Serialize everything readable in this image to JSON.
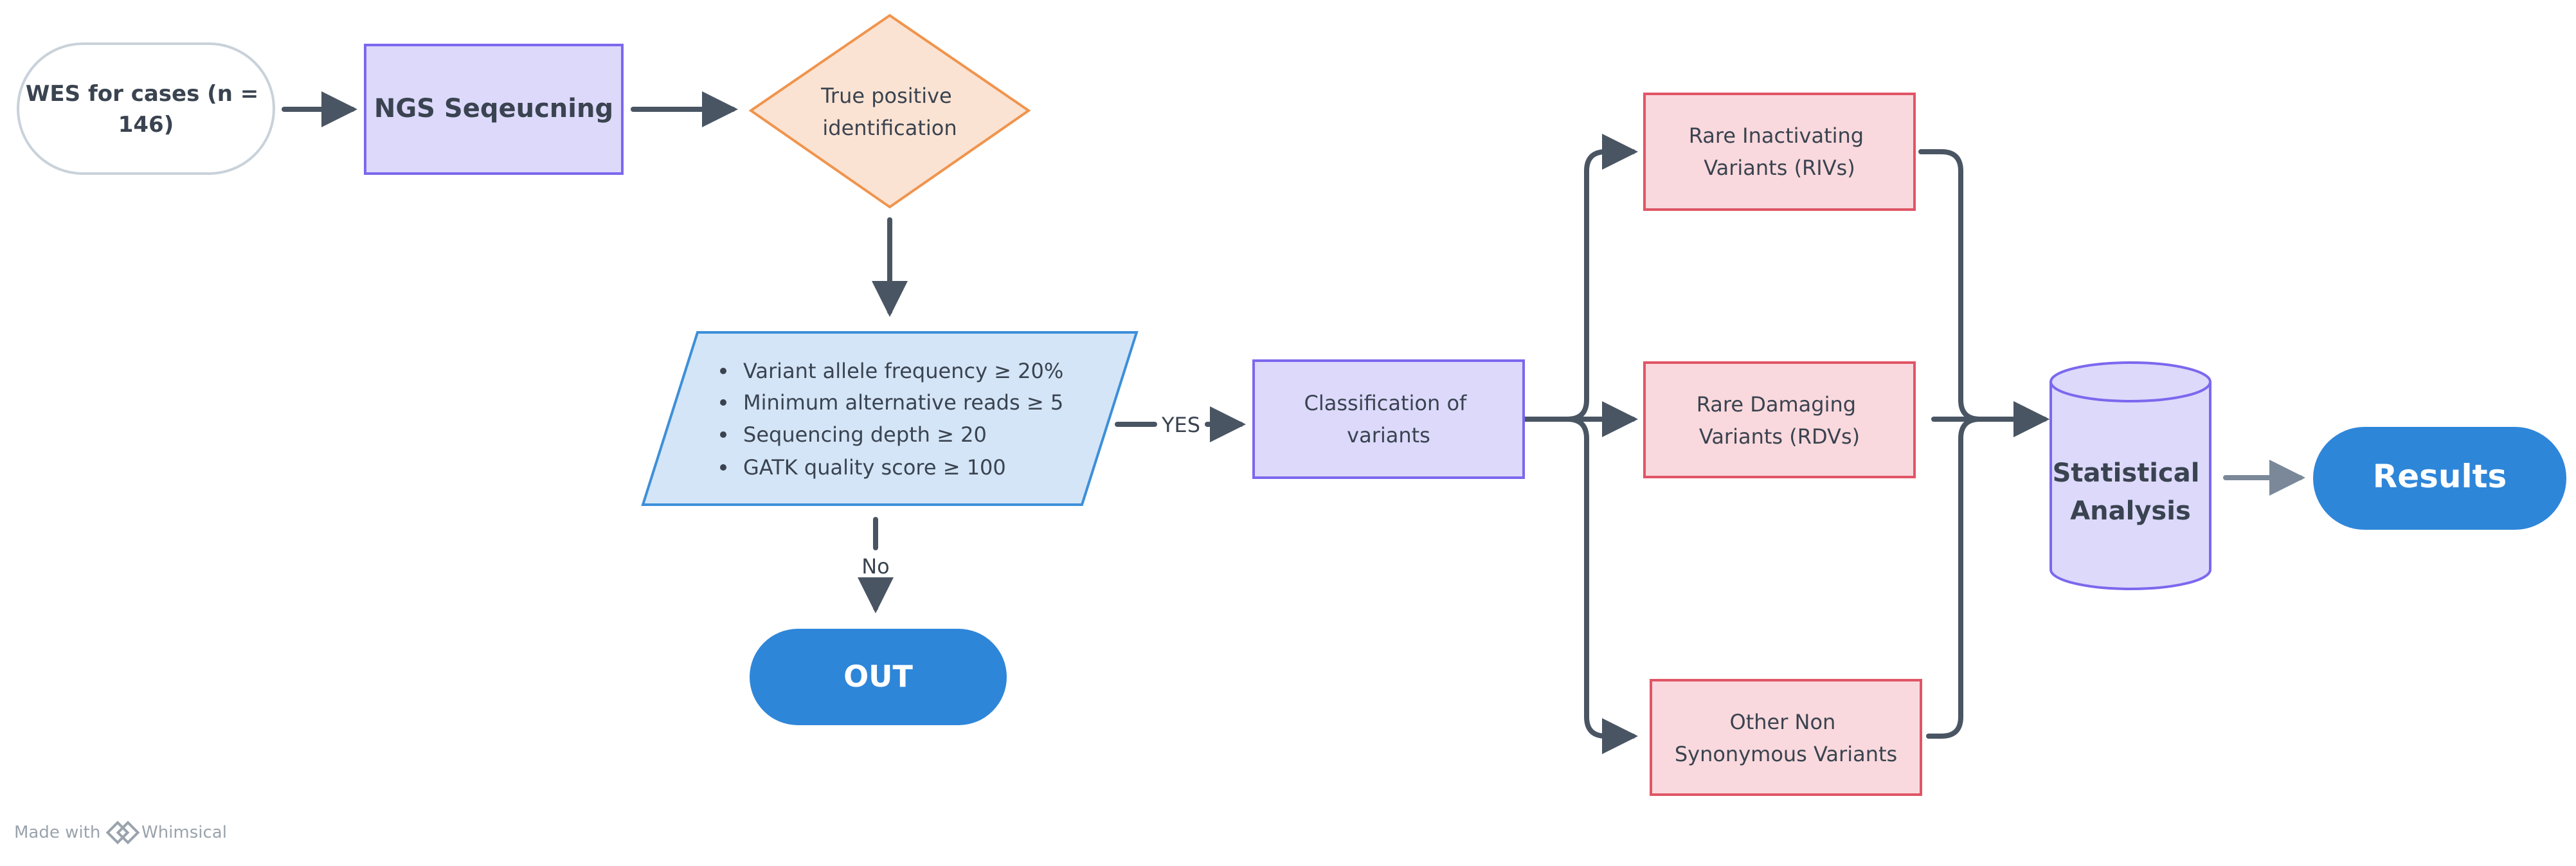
{
  "diagram": {
    "start_node": {
      "lines": [
        "WES for cases (n =",
        "146)"
      ]
    },
    "ngs_node": {
      "text": "NGS Seqeucning"
    },
    "decision_node": {
      "lines": [
        "True positive",
        "identification"
      ]
    },
    "criteria": [
      "Variant allele frequency ≥ 20%",
      "Minimum alternative reads ≥ 5",
      "Sequencing depth ≥ 20",
      "GATK quality score ≥ 100"
    ],
    "yes_label": "YES",
    "no_label": "No",
    "out_node": {
      "text": "OUT"
    },
    "classification_node": {
      "lines": [
        "Classification of",
        "variants"
      ]
    },
    "riv_node": {
      "lines": [
        "Rare Inactivating",
        "Variants (RIVs)"
      ]
    },
    "rdv_node": {
      "lines": [
        "Rare Damaging",
        "Variants (RDVs)"
      ]
    },
    "other_node": {
      "lines": [
        "Other Non",
        "Synonymous Variants"
      ]
    },
    "stats_node": {
      "lines": [
        "Statistical",
        "Analysis"
      ]
    },
    "results_node": {
      "text": "Results"
    }
  },
  "footer": {
    "made_with": "Made with",
    "brand": "Whimsical"
  },
  "colors": {
    "arrow": "#4a5563",
    "purple_fill": "#dcd9fb",
    "purple_stroke": "#7b68ee",
    "red_fill": "#f9d9dd",
    "red_stroke": "#e05565",
    "orange_fill": "#fbe3d3",
    "orange_stroke": "#f0944d",
    "blue_fill": "#d4e5f7",
    "blue_stroke": "#3d8fd9",
    "pill_blue": "#2e86d9"
  }
}
